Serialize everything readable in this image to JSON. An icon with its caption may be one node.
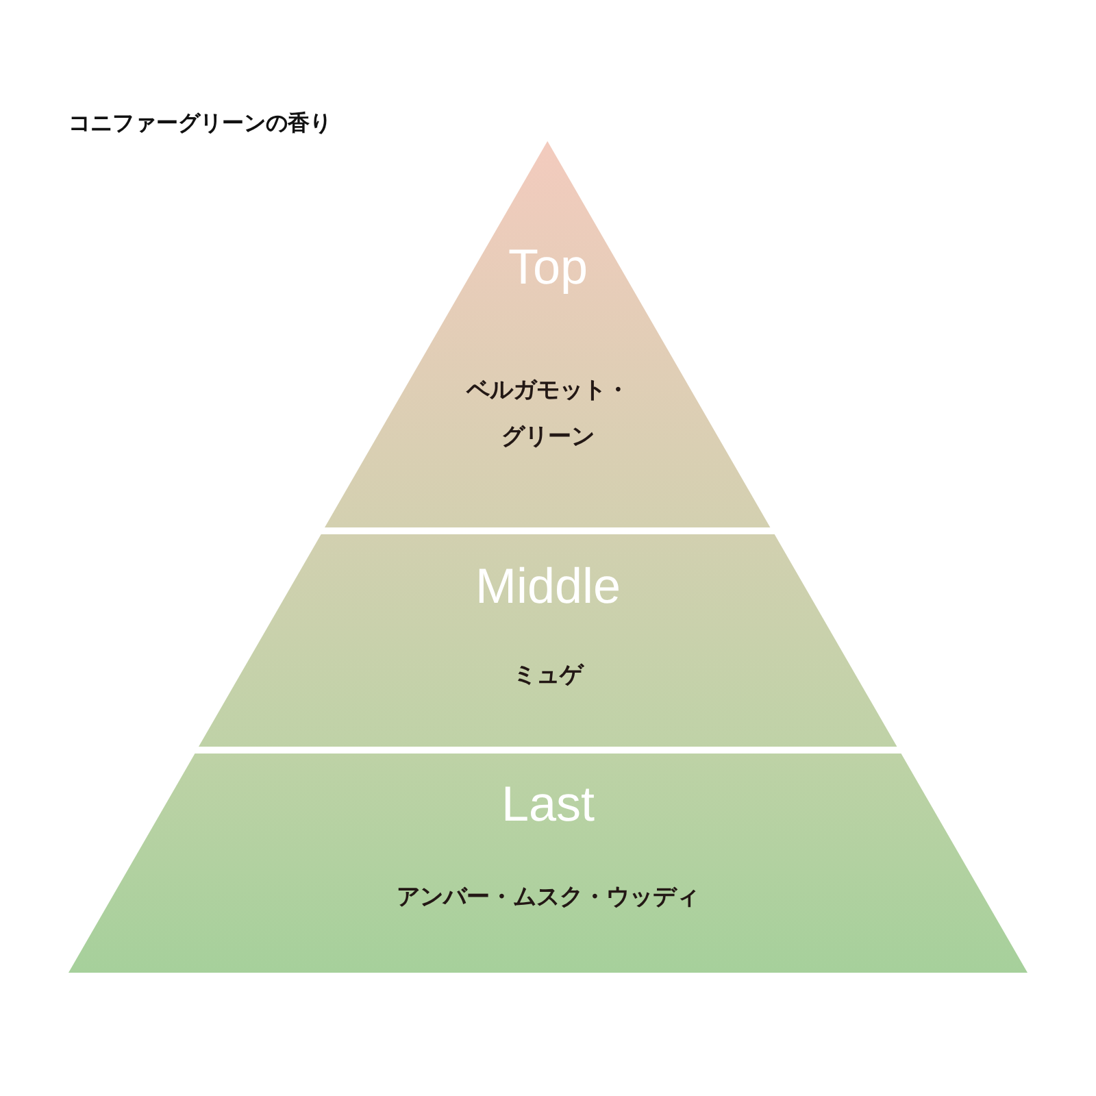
{
  "diagram": {
    "title": "コニファーグリーンの香り",
    "nodes": [
      {
        "text": [
          "Top",
          "ベルガモット・グリーン"
        ]
      },
      {
        "text": [
          "Middle",
          "ミュゲ"
        ]
      },
      {
        "text": [
          "Last",
          "アンバー・ムスク・ウッディ"
        ]
      }
    ]
  }
}
